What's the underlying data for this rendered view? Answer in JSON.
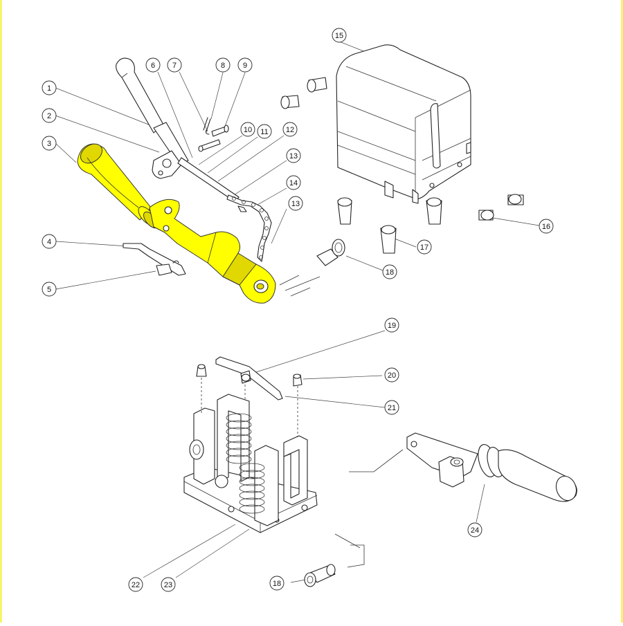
{
  "highlight_color": "#ffff00",
  "callouts": [
    {
      "label": "1"
    },
    {
      "label": "2"
    },
    {
      "label": "3"
    },
    {
      "label": "4"
    },
    {
      "label": "5"
    },
    {
      "label": "6"
    },
    {
      "label": "7"
    },
    {
      "label": "8"
    },
    {
      "label": "9"
    },
    {
      "label": "10"
    },
    {
      "label": "11"
    },
    {
      "label": "12"
    },
    {
      "label": "13"
    },
    {
      "label": "14"
    },
    {
      "label": "13"
    },
    {
      "label": "15"
    },
    {
      "label": "16"
    },
    {
      "label": "17"
    },
    {
      "label": "18"
    },
    {
      "label": "19"
    },
    {
      "label": "20"
    },
    {
      "label": "21"
    },
    {
      "label": "22"
    },
    {
      "label": "23"
    },
    {
      "label": "24"
    },
    {
      "label": "18"
    }
  ]
}
